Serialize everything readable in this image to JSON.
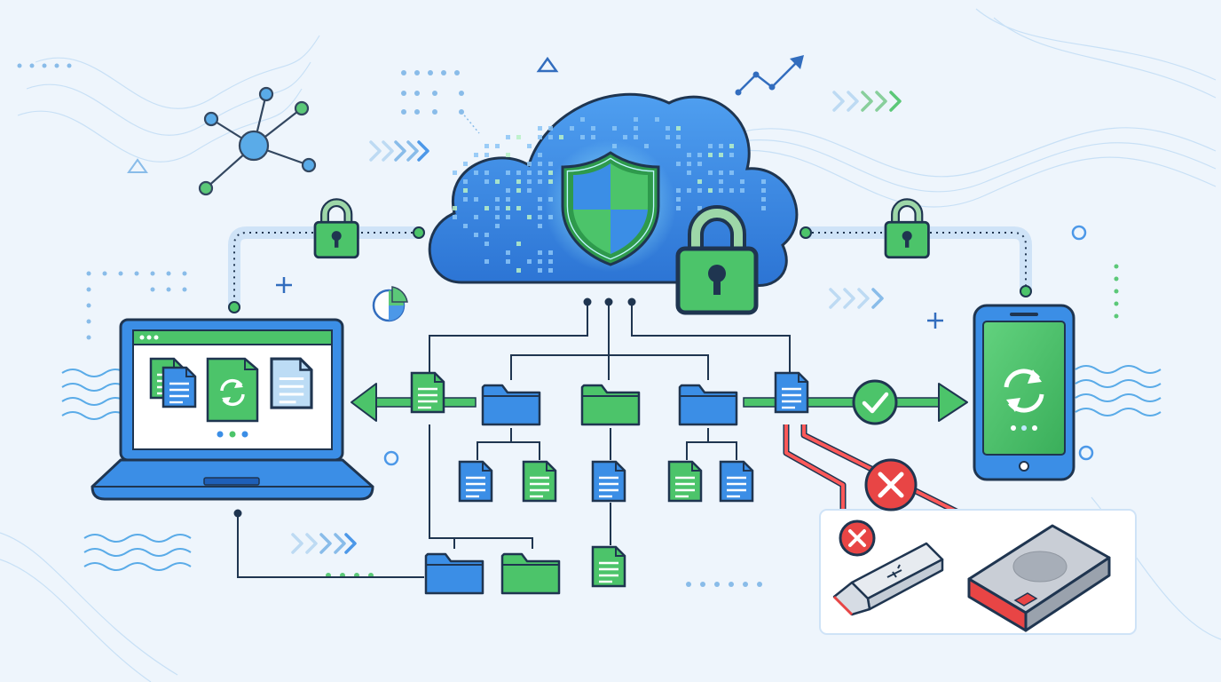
{
  "diagram": {
    "theme": "secure-cloud-sync",
    "colors": {
      "background": "#eef5fc",
      "line": "#1f3550",
      "blue": "#3b8ee6",
      "blue_dark": "#1e5fb8",
      "green": "#4cc46a",
      "green_dark": "#2e9a4c",
      "red": "#e84545",
      "link_light": "#cfe3f7",
      "deco": "#7fb6e8"
    },
    "nodes": {
      "cloud": {
        "icon": "cloud-icon",
        "badges": [
          "shield-icon",
          "padlock-icon"
        ]
      },
      "laptop": {
        "icon": "laptop-icon",
        "screen_icons": [
          "document-icon",
          "sync-document-icon",
          "document-icon"
        ]
      },
      "phone": {
        "icon": "smartphone-icon",
        "screen_icon": "sync-icon"
      },
      "usb_drive": {
        "icon": "usb-drive-icon",
        "status": "blocked"
      },
      "external_drive": {
        "icon": "external-hard-drive-icon",
        "status": "blocked"
      }
    },
    "file_tree": {
      "folders": [
        "folder-icon",
        "folder-icon",
        "folder-icon",
        "folder-icon",
        "folder-icon"
      ],
      "documents": [
        "document-icon",
        "document-icon",
        "document-icon",
        "document-icon",
        "document-icon",
        "document-icon",
        "document-icon",
        "document-icon"
      ]
    },
    "status_badges": {
      "allowed": "checkmark-icon",
      "denied": "cross-icon"
    },
    "decorations": [
      "network-node-icon",
      "trend-arrow-icon",
      "pie-chart-icon",
      "chevrons-icon",
      "triangle-icon",
      "plus-icon"
    ]
  }
}
